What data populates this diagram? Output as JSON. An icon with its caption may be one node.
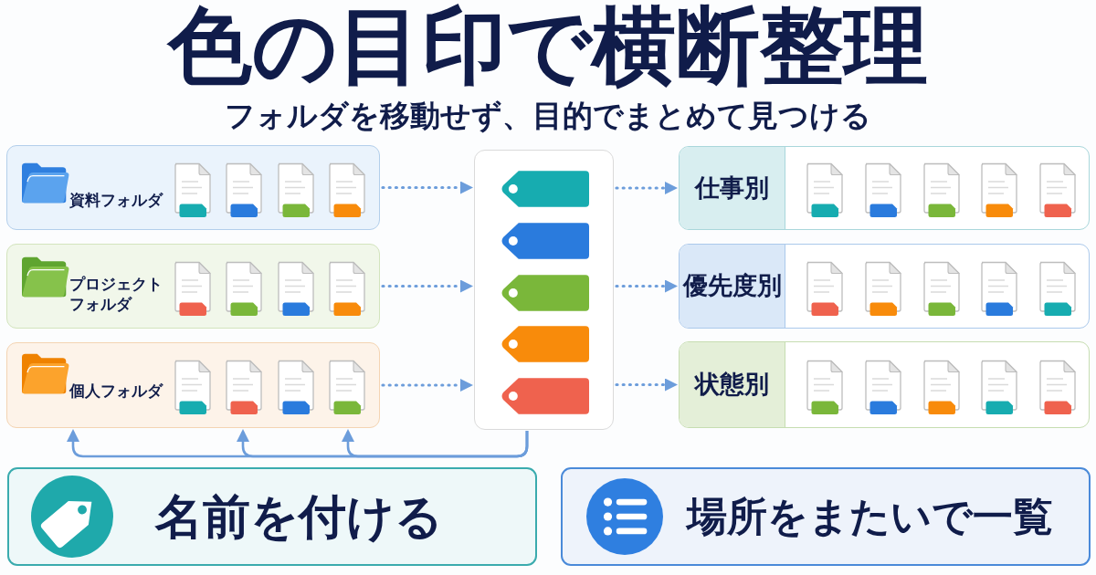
{
  "diagram": {
    "title": "色の目印で横断整理",
    "nodes": [
      {
        "text": [
          "資料フォルダ"
        ]
      },
      {
        "text": [
          "プロジェクトフォルダ"
        ]
      },
      {
        "text": [
          "個人フォルダ"
        ]
      },
      {
        "text": [],
        "shape": "box"
      },
      {
        "text": [
          "仕事別"
        ]
      },
      {
        "text": [
          "優先度別"
        ]
      },
      {
        "text": [
          "状態別"
        ]
      },
      {
        "text": [
          "名前を付ける"
        ]
      },
      {
        "text": [
          "場所をまたいで一覧"
        ]
      }
    ],
    "edges": [
      {
        "from": 0,
        "to": 3,
        "arrow": "to",
        "style": "dashed"
      },
      {
        "from": 1,
        "to": 3,
        "arrow": "to",
        "style": "dashed"
      },
      {
        "from": 2,
        "to": 3,
        "arrow": "to",
        "style": "dashed"
      },
      {
        "from": 3,
        "to": 4,
        "arrow": "to",
        "style": "dashed"
      },
      {
        "from": 3,
        "to": 5,
        "arrow": "to",
        "style": "dashed"
      },
      {
        "from": 3,
        "to": 6,
        "arrow": "to",
        "style": "dashed"
      },
      {
        "from": 3,
        "to": 2,
        "arrow": "to"
      },
      {
        "from": 3,
        "to": 2,
        "arrow": "to"
      },
      {
        "from": 3,
        "to": 2,
        "arrow": "to"
      }
    ],
    "labels": [
      "フォルダを移動せず、目的でまとめて見つける"
    ]
  }
}
